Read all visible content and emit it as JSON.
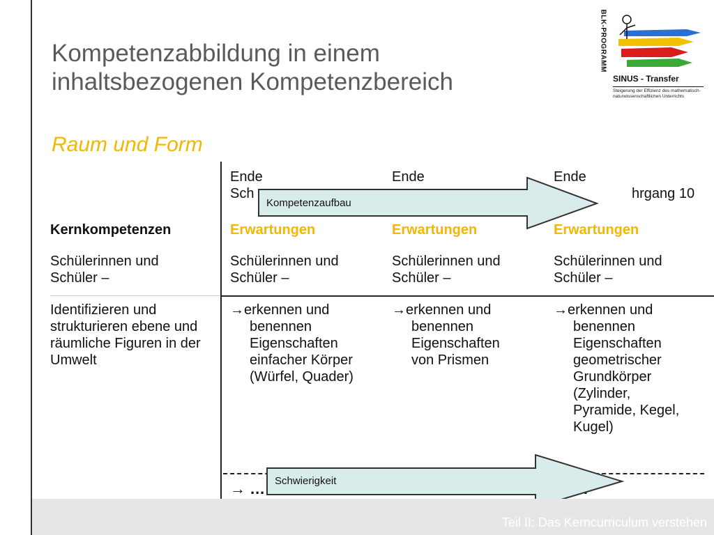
{
  "title": "Kompetenzabbildung in einem inhaltsbezogenen Kompetenzbereich",
  "subtitle": "Raum und Form",
  "logo": {
    "vertical": "BLK-PROGRAMM",
    "brand": "SINUS - Transfer",
    "tagline": "Steigerung der Effizienz des mathematisch-naturwissenschaftlichen Unterrichts",
    "pencil_colors": [
      "#2a6fd6",
      "#f2c200",
      "#d91c1c",
      "#3aa935"
    ]
  },
  "table": {
    "col_headers": [
      "Ende Sch",
      "Ende",
      "Ende",
      "hrgang 10"
    ],
    "kernkompetenzen": "Kernkompetenzen",
    "erwartungen": [
      "Erwartungen",
      "Erwartungen",
      "Erwartungen"
    ],
    "row1": [
      "Schülerinnen und Schüler –",
      "Schülerinnen und Schüler –",
      "Schülerinnen und Schüler –",
      "Schülerinnen und Schüler –"
    ],
    "row2_c0": "Identifizieren und strukturieren ebene und räumliche Figuren in der Umwelt",
    "row2_c1": "→erkennen und benennen Eigenschaften einfacher Körper (Würfel, Quader)",
    "row2_c2": "→erkennen und benennen Eigenschaften von Prismen",
    "row2_c3": "→erkennen und benennen Eigenschaften geometrischer Grundkörper (Zylinder, Pyramide, Kegel, Kugel)",
    "ellipsis_left": "→ …",
    "ellipsis_right": "…"
  },
  "arrows": {
    "top_label": "Kompetenzaufbau",
    "bottom_label": "Schwierigkeit",
    "fill": "#d9ecec",
    "stroke": "#333333"
  },
  "footer": "Teil II: Das Kerncurriculum verstehen",
  "colors": {
    "accent": "#f2b705",
    "title": "#5a5a5a",
    "footer_bg": "#e6e6e6"
  }
}
